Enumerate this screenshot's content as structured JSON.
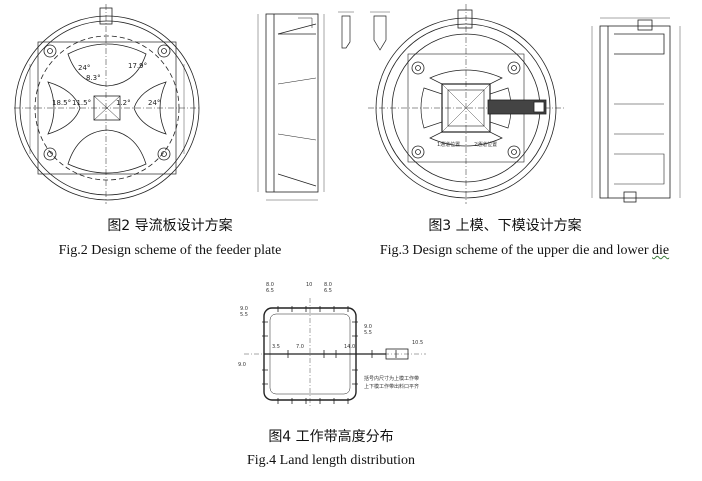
{
  "figures": [
    {
      "id": "fig2",
      "caption_cn": "图2  导流板设计方案",
      "caption_en": "Fig.2 Design scheme of the feeder plate",
      "drawing_labels": [
        "24°",
        "8.3°",
        "17.9°",
        "18.5°",
        "11.5°",
        "1.2°",
        "24°"
      ]
    },
    {
      "id": "fig3",
      "caption_cn": "图3  上模、下模设计方案",
      "caption_en_main": "Fig.3 Design scheme of the upper die and lower ",
      "caption_en_tail": "die",
      "drawing_labels": [
        "1通道位置",
        "2通道位置"
      ]
    },
    {
      "id": "fig4",
      "caption_cn": "图4  工作带高度分布",
      "caption_en": "Fig.4 Land length distribution",
      "notes": [
        "括号内尺寸为上模工作带",
        "上下模工作带出料口平齐"
      ],
      "drawing_labels": [
        "8.0",
        "6.5",
        "10",
        "9.0",
        "5.5",
        "3.5",
        "7.0",
        "14.0",
        "10.5"
      ]
    }
  ]
}
